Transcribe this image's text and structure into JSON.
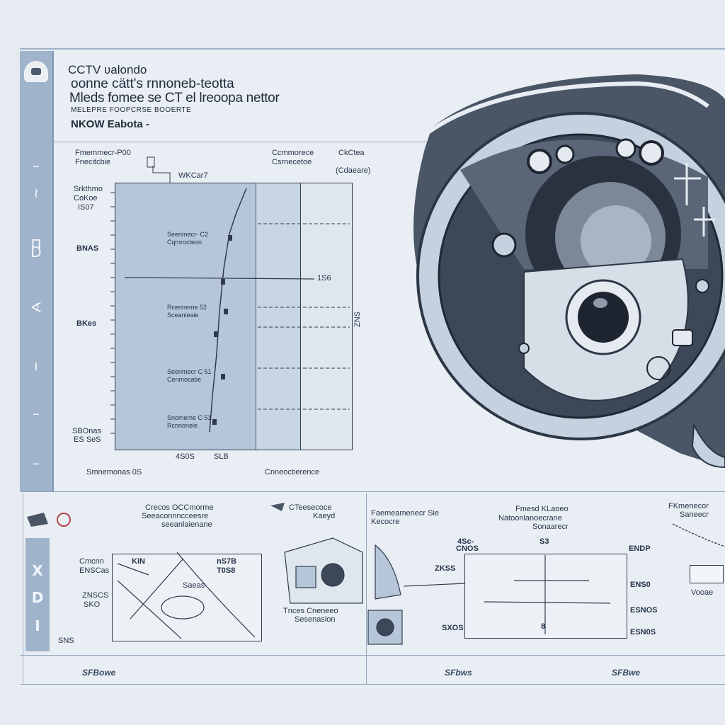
{
  "header": {
    "line1": "CCTV ʋаlondo",
    "line2": "oonne cätt's rnnoneb-teotta",
    "line3": "Mleds fomee se CT el lreoopa nettor",
    "line4": "MELEPRE FOOPCRSE BOOERTE",
    "line5": "NKOW Eabota -"
  },
  "sidebar": {
    "glyphs": [
      "–",
      "≀",
      "Π",
      "D",
      "∢",
      "ı",
      "–",
      "–"
    ]
  },
  "sidebar2": {
    "glyphs": [
      "X",
      "D",
      "I"
    ]
  },
  "main_chart": {
    "top_left_label_a": "Fmemmecr-P00",
    "top_left_label_b": "Fnecitcbie",
    "top_mid_label": "WKCar7",
    "top_right_label_a": "Ccmmorece",
    "top_right_label_b": "Csrnecetoe",
    "top_right2_label_a": "CkCtea",
    "top_right2_label_b": "(Cdaeare)",
    "left_labels": [
      "Srkthmo",
      "CoKoe",
      "IS07",
      "BNAS",
      "BKes",
      "SBOnas",
      "ES SeS"
    ],
    "inner_labels": [
      "Seenmecr- C2",
      "Cqmrocteon",
      "Rcenneme 52",
      "Sceanieaie",
      "Seenmecr C 51",
      "Cenmocatie",
      "Snomeme C 51",
      "Rcnnoneie"
    ],
    "marker_label": "1S6",
    "right_vertical_label": "ZNS",
    "bottom_ticks": [
      "4S0S",
      "SLB"
    ],
    "bottom_left_caption": "Smnemonas 0S",
    "bottom_right_caption": "Cnneoctierence"
  },
  "bottom_panels": {
    "p1_title_a": "Crecos OCCmorme",
    "p1_title_b": "Seeaconnncceesre",
    "p1_title_c": "seeanlaienane",
    "p1_left_labels": [
      "Cmcnn",
      "ENSCas",
      "ZNSCS",
      "SKO",
      "SNS"
    ],
    "p1_inner_labels": [
      "KiN",
      "nS7B",
      "T0S8",
      "Saeas"
    ],
    "p2_title_a": "CTeesecoce",
    "p2_title_b": "Kaeyd",
    "p2_caption_a": "Tnces Cneneeo",
    "p2_caption_b": "Sesenasion",
    "p3_title_a": "Faemeamenecr Sie",
    "p3_title_b": "Kecocre",
    "p4_title_a": "Fmesd KLaoeo",
    "p4_title_b": "Natoonlanoecrane",
    "p4_title_c": "Sonaarecr",
    "p4_left_labels": [
      "4Sc-",
      "CNOS",
      "ZKSS",
      "SXOS"
    ],
    "p4_top_label": "S3",
    "p4_right_labels": [
      "ENDP",
      "ENS0",
      "ESNOS",
      "ESN0S"
    ],
    "p4_bottom_label": "8",
    "p5_title_a": "FKmenecor",
    "p5_title_b": "Saneecr",
    "p5_caption": "Vooae"
  },
  "footer": {
    "f1": "SFBowe",
    "f2": "SFbws",
    "f3": "SFBwe"
  },
  "colors": {
    "sheet": "#e9eef4",
    "sidebar": "#9fb3cb",
    "plot_fill": "#b6c6d8",
    "ink": "#1f2b3a"
  }
}
